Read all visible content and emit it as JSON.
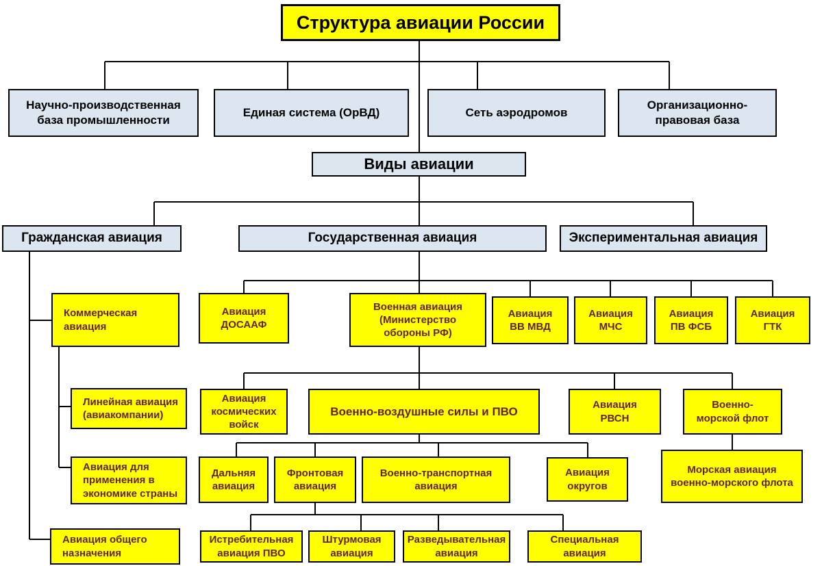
{
  "diagram": {
    "type": "org-chart",
    "language": "ru",
    "colors": {
      "node_yellow": "#ffff00",
      "node_blue": "#dce6f1",
      "border": "#000000",
      "yellow_text": "#632423",
      "blue_text": "#000000",
      "connector": "#000000"
    },
    "nodes": {
      "title": {
        "label": "Структура авиации России"
      },
      "industry_base": {
        "label": "Научно-производственная\nбаза промышленности"
      },
      "unified_system": {
        "label": "Единая система (ОрВД)"
      },
      "aerodrome_network": {
        "label": "Сеть аэродромов"
      },
      "legal_base": {
        "label": "Организационно-\nправовая база"
      },
      "aviation_types": {
        "label": "Виды авиации"
      },
      "civil": {
        "label": "Гражданская авиация"
      },
      "state": {
        "label": "Государственная авиация"
      },
      "experimental": {
        "label": "Экспериментальная авиация"
      },
      "commercial": {
        "label": "Коммерческая\nавиация"
      },
      "dosaaf": {
        "label": "Авиация\nДОСААФ"
      },
      "military": {
        "label": "Военная авиация\n(Министерство\nобороны РФ)"
      },
      "vv_mvd": {
        "label": "Авиация\nВВ МВД"
      },
      "mchs": {
        "label": "Авиация\nМЧС"
      },
      "pv_fsb": {
        "label": "Авиация\nПВ ФСБ"
      },
      "gtk": {
        "label": "Авиация\nГТК"
      },
      "linear": {
        "label": "Линейная авиация\n(авиакомпании)"
      },
      "space_forces": {
        "label": "Авиация\nкосмических\nвойск"
      },
      "vvs_pvo": {
        "label": "Военно-воздушные силы и ПВО"
      },
      "rvsn": {
        "label": "Авиация\nРВСН"
      },
      "navy": {
        "label": "Военно-\nморской флот"
      },
      "econ": {
        "label": "Авиация для\nприменения в\nэкономике страны"
      },
      "long_range": {
        "label": "Дальняя\nавиация"
      },
      "frontline": {
        "label": "Фронтовая\nавиация"
      },
      "transport": {
        "label": "Военно-транспортная\nавиация"
      },
      "districts": {
        "label": "Авиация\nокругов"
      },
      "naval_aviation": {
        "label": "Морская авиация\nвоенно-морского флота"
      },
      "general_purpose": {
        "label": "Авиация общего\nназначения"
      },
      "fighter_pvo": {
        "label": "Истребительная\nавиация ПВО"
      },
      "assault": {
        "label": "Штурмовая\nавиация"
      },
      "recon": {
        "label": "Разведывательная\nавиация"
      },
      "special": {
        "label": "Специальная\nавиация"
      }
    }
  }
}
